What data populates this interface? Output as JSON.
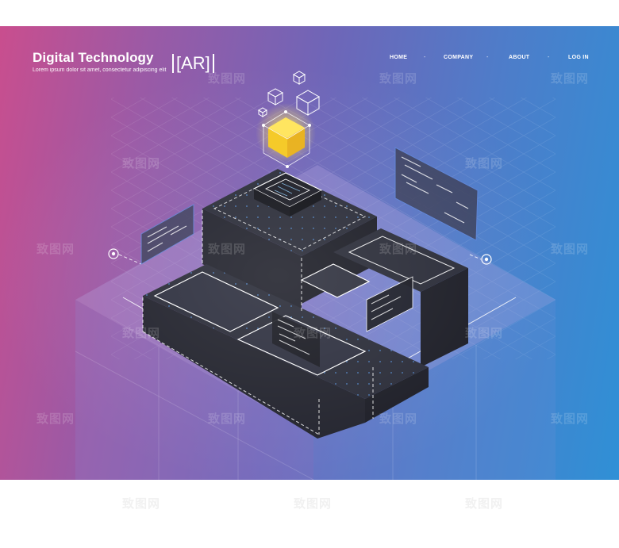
{
  "header": {
    "title": "Digital Technology",
    "badge": "[AR]",
    "tagline": "Lorem ipsum dolor sit amet, consectetur adipiscing elit"
  },
  "nav": {
    "items": [
      {
        "label": "HOME"
      },
      {
        "label": "COMPANY"
      },
      {
        "label": "ABOUT"
      },
      {
        "label": "LOG IN"
      }
    ],
    "separator": "-"
  },
  "watermark": {
    "text": "致图网"
  },
  "colors": {
    "gradient_left": "#c94e8e",
    "gradient_right": "#2f90d6",
    "block_dark": "#2b2d39",
    "block_side": "#23242e",
    "outline": "#ffffff",
    "cube_glow": "#f7d12e",
    "panel_fill": "#3b3f5a"
  }
}
